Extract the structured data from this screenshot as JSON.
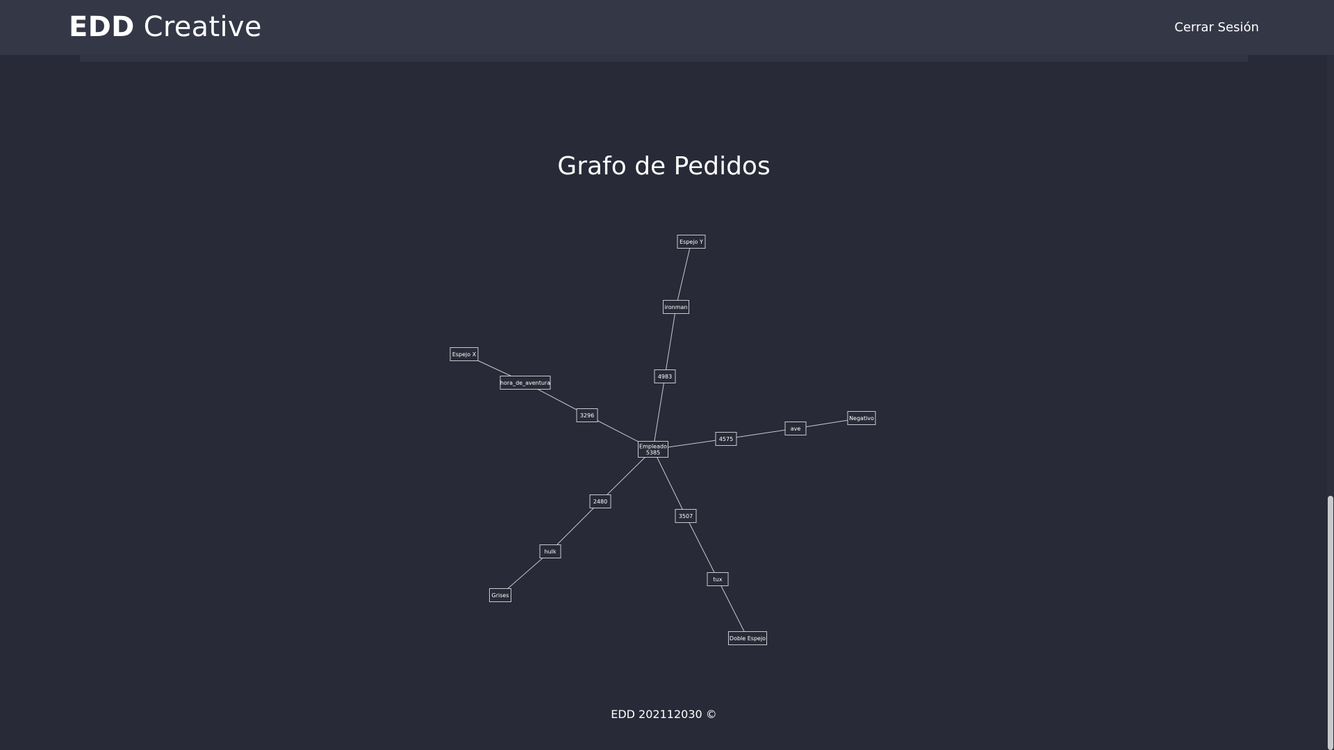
{
  "header": {
    "brand_bold": "EDD",
    "brand_light": "Creative",
    "logout_label": "Cerrar Sesión"
  },
  "main": {
    "title": "Grafo de Pedidos"
  },
  "graph": {
    "nodes": [
      {
        "id": "emp",
        "label": [
          "Empleado",
          "5385"
        ]
      },
      {
        "id": "n4983",
        "label": [
          "4983"
        ]
      },
      {
        "id": "ironman",
        "label": [
          "ironman"
        ]
      },
      {
        "id": "espejoy",
        "label": [
          "Espejo Y"
        ]
      },
      {
        "id": "n3296",
        "label": [
          "3296"
        ]
      },
      {
        "id": "hora",
        "label": [
          "hora_de_aventura"
        ]
      },
      {
        "id": "espejox",
        "label": [
          "Espejo X"
        ]
      },
      {
        "id": "n4575",
        "label": [
          "4575"
        ]
      },
      {
        "id": "ave",
        "label": [
          "ave"
        ]
      },
      {
        "id": "negativo",
        "label": [
          "Negativo"
        ]
      },
      {
        "id": "n2480",
        "label": [
          "2480"
        ]
      },
      {
        "id": "hulk",
        "label": [
          "hulk"
        ]
      },
      {
        "id": "grises",
        "label": [
          "Grises"
        ]
      },
      {
        "id": "n3507",
        "label": [
          "3507"
        ]
      },
      {
        "id": "tux",
        "label": [
          "tux"
        ]
      },
      {
        "id": "doble",
        "label": [
          "Doble Espejo"
        ]
      }
    ],
    "edges": [
      [
        "emp",
        "n4983"
      ],
      [
        "n4983",
        "ironman"
      ],
      [
        "ironman",
        "espejoy"
      ],
      [
        "emp",
        "n3296"
      ],
      [
        "n3296",
        "hora"
      ],
      [
        "hora",
        "espejox"
      ],
      [
        "emp",
        "n4575"
      ],
      [
        "n4575",
        "ave"
      ],
      [
        "ave",
        "negativo"
      ],
      [
        "emp",
        "n2480"
      ],
      [
        "n2480",
        "hulk"
      ],
      [
        "hulk",
        "grises"
      ],
      [
        "emp",
        "n3507"
      ],
      [
        "n3507",
        "tux"
      ],
      [
        "tux",
        "doble"
      ]
    ]
  },
  "footer": {
    "text": "EDD 202112030 ©"
  }
}
